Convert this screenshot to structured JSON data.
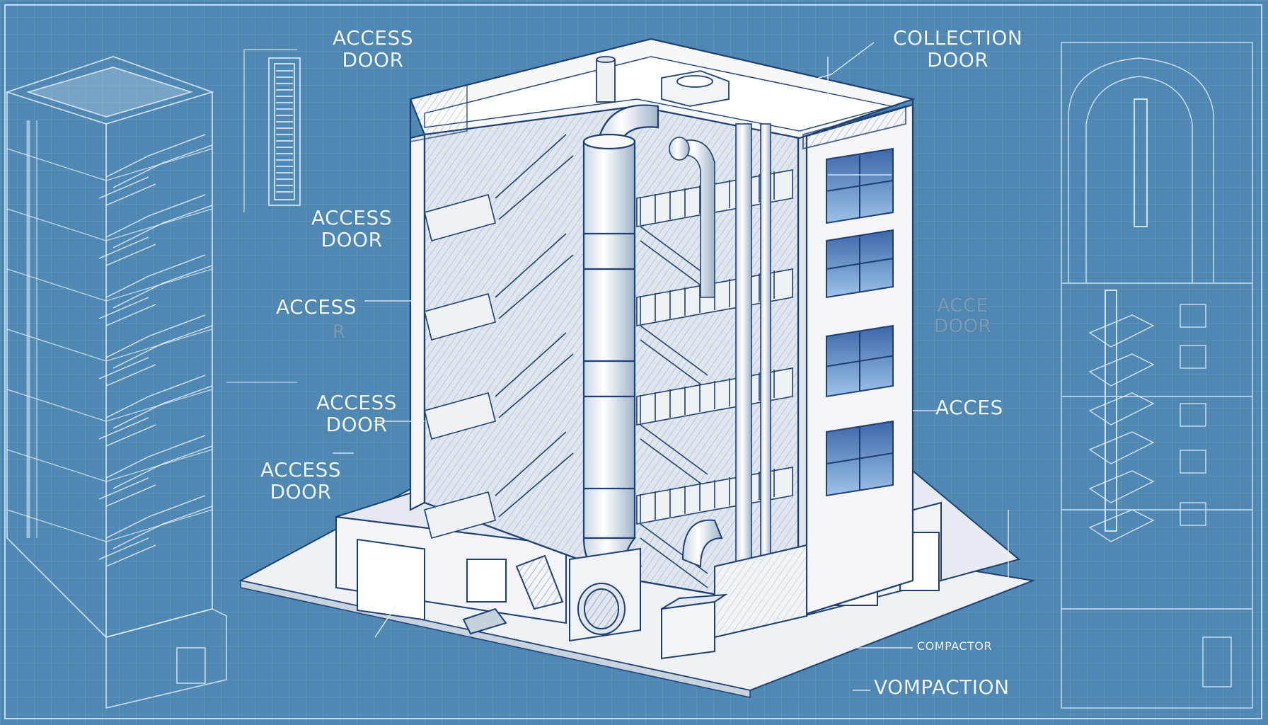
{
  "labels": {
    "access_door_top": "ACCESS\nDOOR",
    "access_door_2": "ACCESS\nDOOR",
    "access_3": "ACCESS",
    "access_3_ghost": "R",
    "access_door_4": "ACCESS\nDOOR",
    "access_door_5": "ACCESS\nDOOR",
    "collection_door": "COLLECTION\nDOOR",
    "acces_right": "ACCES",
    "ghost_right": "ACCE\nDOOR",
    "compactor": "COMPACTOR",
    "vompaction": "VOMPACTION"
  },
  "colors": {
    "background": "#4f88b2",
    "line": "#eaf3fb",
    "drawing_fill": "#f4f6f8",
    "accent": "#1e3f73"
  }
}
